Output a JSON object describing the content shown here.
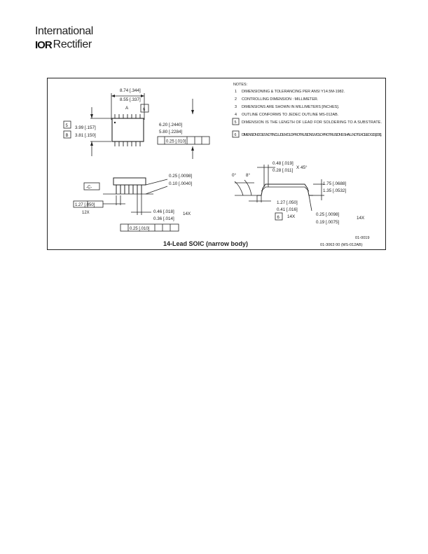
{
  "header": {
    "company_line1": "International",
    "logo_mark": "IOR",
    "company_line2": "Rectifier"
  },
  "drawing": {
    "top_view": {
      "length_max": "8.74 [.344]",
      "length_min": "8.55 [.337]",
      "datum_a": "A",
      "datum_b_box": "B",
      "width_max": "3.99 [.157]",
      "width_min": "3.81 [.150]",
      "span_max": "6.20 [.2440]",
      "span_min": "5.80 [.2284]",
      "tol_frame": "0.25 [.010]",
      "callout_6": "6",
      "callout_5": "5"
    },
    "side_view": {
      "seating_plane": "-C-",
      "pitch": "1.27 [.050]",
      "pitch_note": "12X",
      "standoff_max": "0.25 [.0098]",
      "standoff_min": "0.10 [.0040]",
      "lead_width_max": "0.46 [.018]",
      "lead_width_min": "0.36 [.014]",
      "lead_width_count": "14X",
      "tol_frame": "0.25 [.010]"
    },
    "end_view": {
      "angle_0": "0°",
      "angle_8": "8°",
      "chamfer_max": "0.48 [.019]",
      "chamfer_min": "0.28 [.011]",
      "chamfer_angle": "X 45°",
      "height_max": "1.75 [.0688]",
      "height_min": "1.35 [.0532]",
      "foot_max": "1.27 [.050]",
      "foot_min": "0.41 [.016]",
      "foot_count": "14X",
      "thick_max": "0.25 [.0098]",
      "thick_min": "0.19 [.0075]",
      "thick_count": "14X",
      "callout_6": "6"
    },
    "notes": {
      "title": "NOTES:",
      "items": [
        {
          "num": "1",
          "text": "DIMENSIONING & TOLERANCING PER ANSI Y14.5M-1982."
        },
        {
          "num": "2",
          "text": "CONTROLLING DIMENSION : MILLIMETER."
        },
        {
          "num": "3",
          "text": "DIMENSIONS ARE SHOWN IN MILLIMETERS [INCHES]."
        },
        {
          "num": "4",
          "text": "OUTLINE CONFORMS TO JEDEC OUTLINE MS-012AB."
        }
      ],
      "callout_items": [
        {
          "num": "5",
          "text": "DIMENSION IS THE LENGTH OF LEAD FOR SOLDERING TO A SUBSTRATE."
        },
        {
          "num": "6",
          "text": "DIMENSION DOES NOT INCLUDE MOLD PROTRUSIONS. MOLD PROTRUSIONS SHALL NOT EXCEED 0.15 [.006]."
        }
      ]
    },
    "caption": "14-Lead SOIC  (narrow body)",
    "doc_number": "01-0019",
    "doc_ref": "01-3063 00 (MS-012AB)"
  }
}
